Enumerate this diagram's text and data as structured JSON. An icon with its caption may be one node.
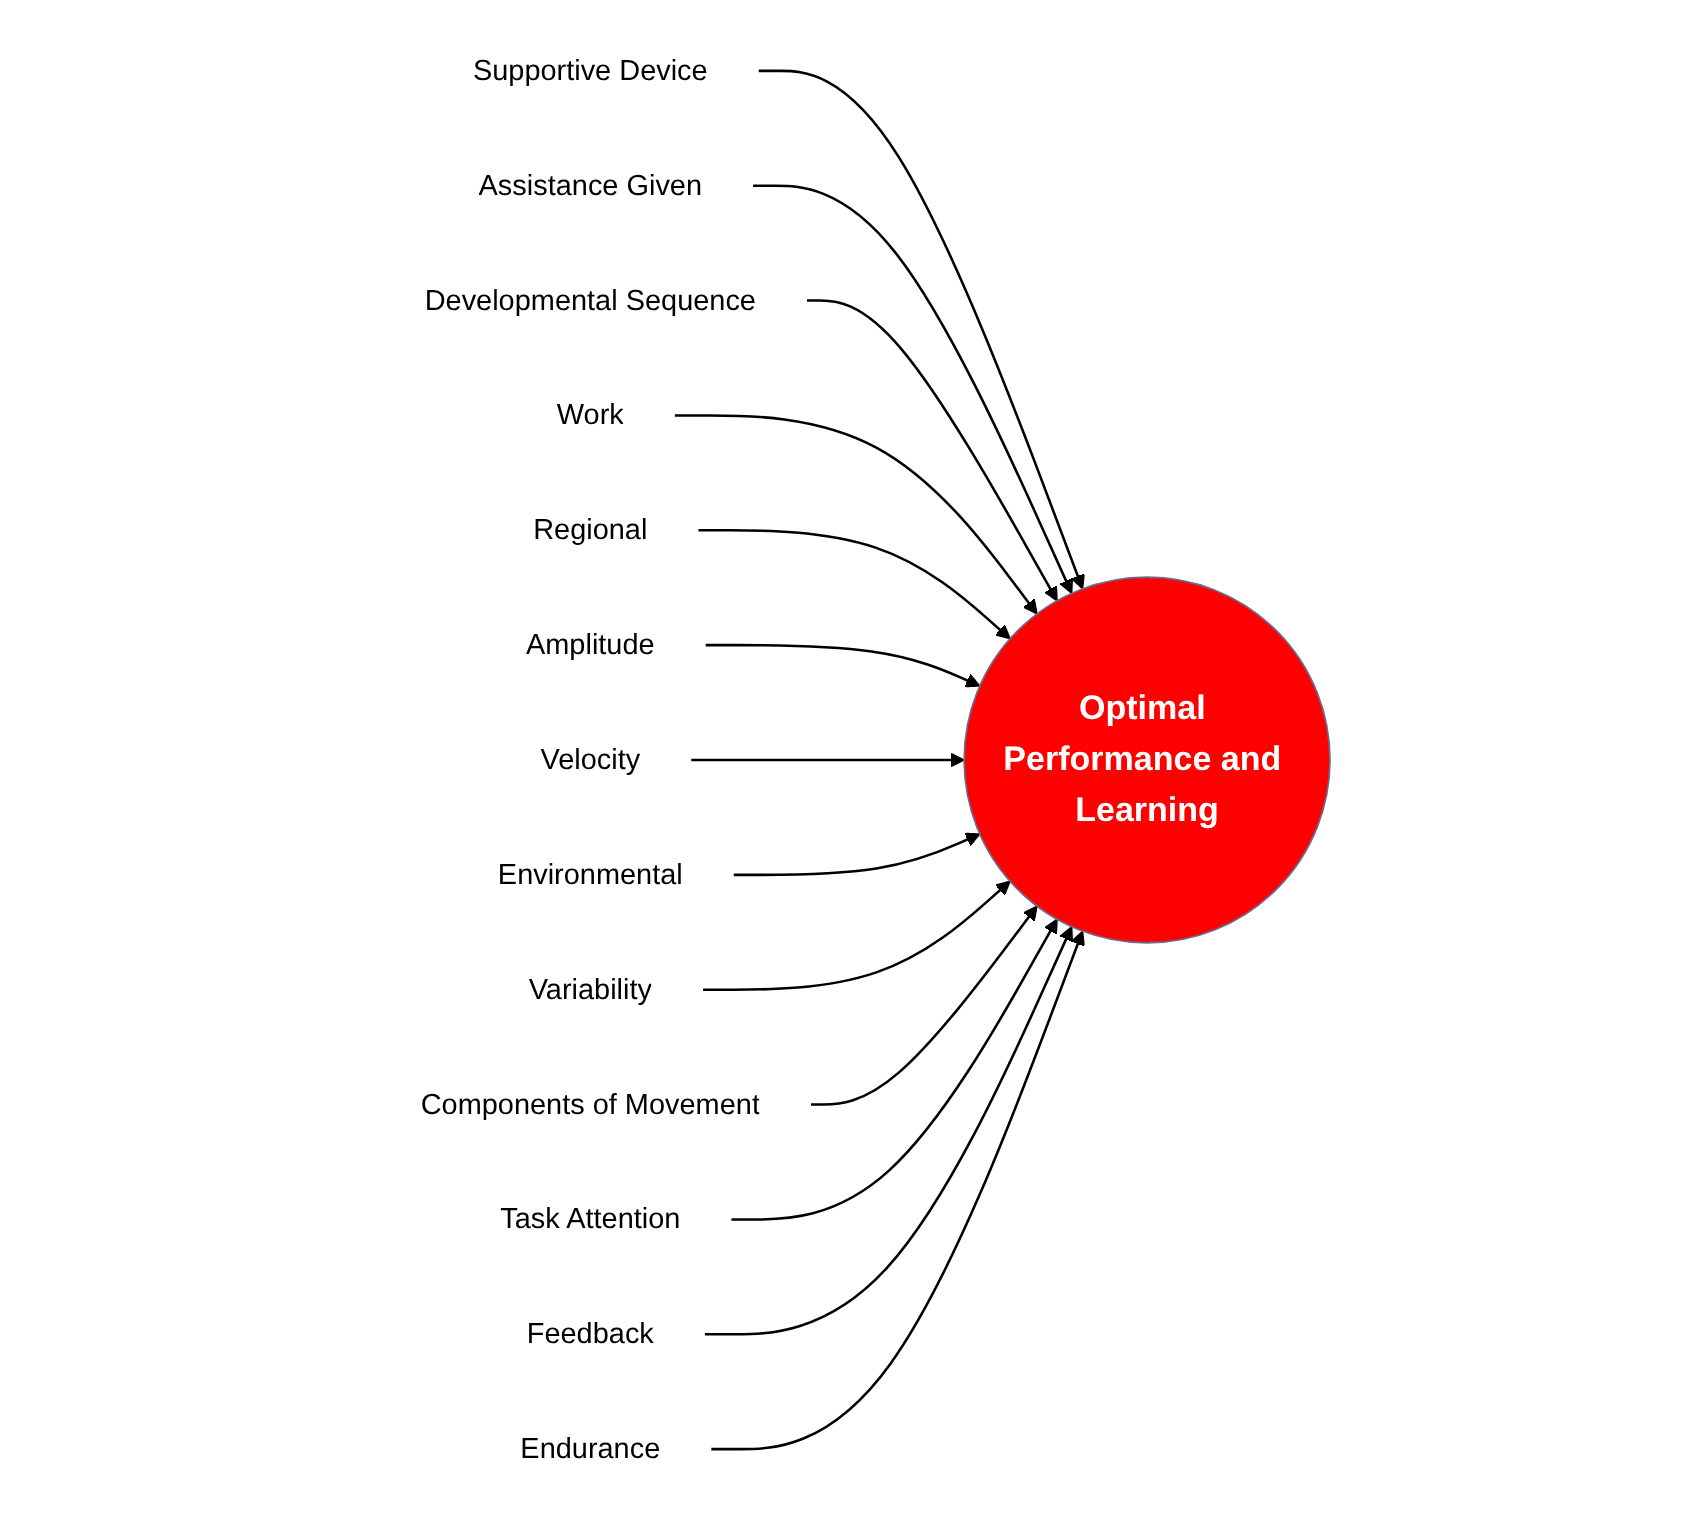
{
  "diagram": {
    "nodes": [
      {
        "text": [
          "Optimal Performance and Learning"
        ]
      },
      {
        "text": [
          "Supportive Device"
        ]
      },
      {
        "text": [
          "Assistance Given"
        ]
      },
      {
        "text": [
          "Developmental Sequence"
        ]
      },
      {
        "text": [
          "Work"
        ]
      },
      {
        "text": [
          "Regional"
        ]
      },
      {
        "text": [
          "Amplitude"
        ]
      },
      {
        "text": [
          "Velocity"
        ]
      },
      {
        "text": [
          "Environmental"
        ]
      },
      {
        "text": [
          "Variability"
        ]
      },
      {
        "text": [
          "Components of Movement"
        ]
      },
      {
        "text": [
          "Task Attention"
        ]
      },
      {
        "text": [
          "Feedback"
        ]
      },
      {
        "text": [
          "Endurance"
        ]
      }
    ],
    "edges": [
      {
        "from": 1,
        "to": 0,
        "arrow": "to"
      },
      {
        "from": 2,
        "to": 0,
        "arrow": "to"
      },
      {
        "from": 3,
        "to": 0,
        "arrow": "to"
      },
      {
        "from": 4,
        "to": 0,
        "arrow": "to"
      },
      {
        "from": 5,
        "to": 0,
        "arrow": "to"
      },
      {
        "from": 6,
        "to": 0,
        "arrow": "to"
      },
      {
        "from": 7,
        "to": 0,
        "arrow": "to"
      },
      {
        "from": 8,
        "to": 0,
        "arrow": "to"
      },
      {
        "from": 9,
        "to": 0,
        "arrow": "to"
      },
      {
        "from": 10,
        "to": 0,
        "arrow": "to"
      },
      {
        "from": 11,
        "to": 0,
        "arrow": "to"
      },
      {
        "from": 12,
        "to": 0,
        "arrow": "to"
      },
      {
        "from": 13,
        "to": 0,
        "arrow": "to"
      }
    ]
  }
}
